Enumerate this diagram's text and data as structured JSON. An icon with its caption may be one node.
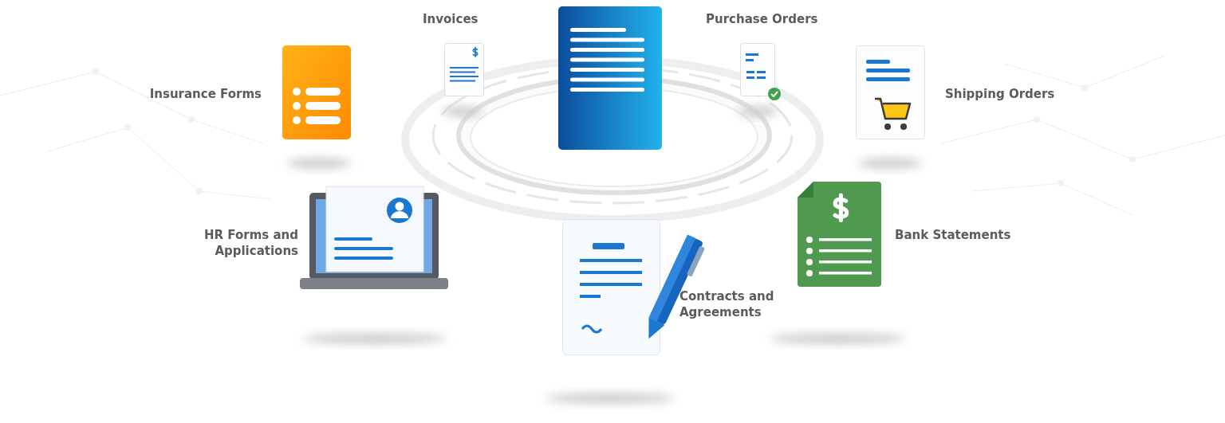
{
  "diagram": {
    "nodes": [
      {
        "text": [],
        "shape": "picture"
      },
      {
        "text": [],
        "shape": "picture",
        "beside": [
          "Invoices"
        ]
      },
      {
        "text": [],
        "shape": "picture",
        "beside": [
          "Purchase Orders"
        ]
      },
      {
        "text": [],
        "shape": "picture",
        "beside": [
          "Insurance Forms"
        ]
      },
      {
        "text": [],
        "shape": "picture",
        "beside": [
          "Shipping Orders"
        ]
      },
      {
        "text": [],
        "shape": "picture",
        "beside": [
          "HR Forms and Applications"
        ]
      },
      {
        "text": [],
        "shape": "picture",
        "beside": [
          "Bank Statements"
        ]
      },
      {
        "text": [],
        "shape": "picture",
        "beside": [
          "Contracts and Agreements"
        ]
      }
    ]
  }
}
